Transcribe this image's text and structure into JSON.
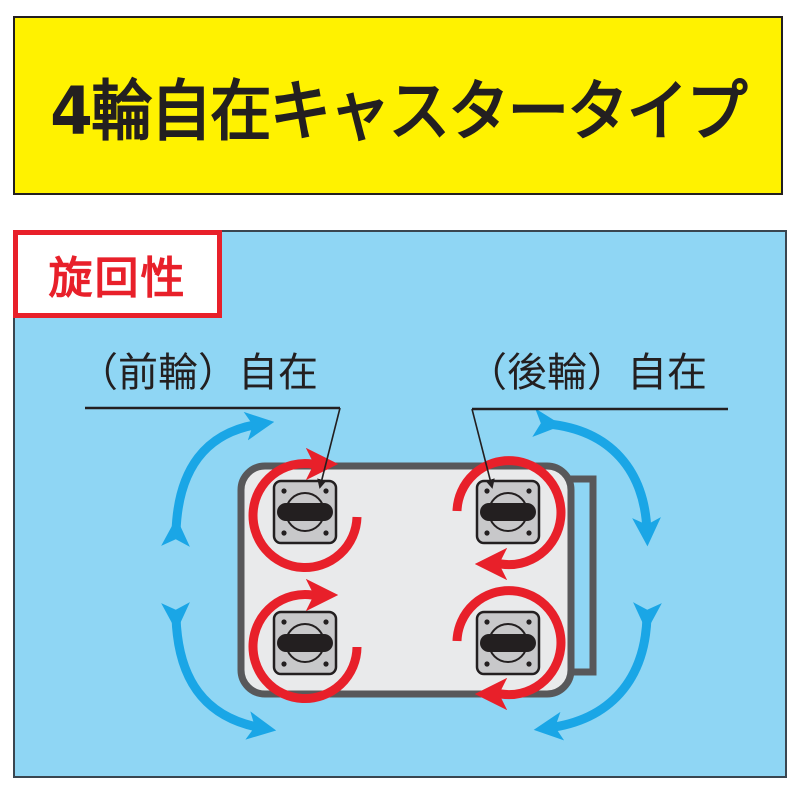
{
  "header": {
    "title": "4輪自在キャスタータイプ",
    "background_color": "#fff200"
  },
  "panel": {
    "background_color": "#8fd6f4",
    "tag": {
      "label": "旋回性",
      "color": "#e8202a"
    },
    "labels": {
      "front": "（前輪）自在",
      "rear": "（後輪）自在"
    },
    "colors": {
      "rotation_arrow": "#e8202a",
      "swing_arrow": "#1aa6e6",
      "cart_frame": "#58585a",
      "cart_deck": "#e9eaeb",
      "caster_plate": "#c8c8ca"
    },
    "casters": [
      {
        "position": "front-left",
        "rotation": "clockwise"
      },
      {
        "position": "rear-top-right",
        "rotation": "counterclockwise"
      },
      {
        "position": "front-bottom-left",
        "rotation": "clockwise"
      },
      {
        "position": "rear-bottom-right",
        "rotation": "counterclockwise"
      }
    ]
  }
}
